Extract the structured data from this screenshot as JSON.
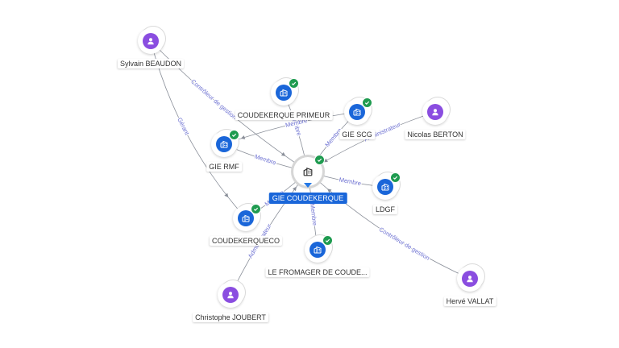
{
  "nodes": [
    {
      "id": "center",
      "name": "GIE COUDEKERQUE",
      "type": "company",
      "verified": true,
      "central": true
    },
    {
      "id": "sylvain",
      "name": "Sylvain BEAUDON",
      "type": "person"
    },
    {
      "id": "primeur",
      "name": "COUDEKERQUE PRIMEUR",
      "type": "company",
      "verified": true
    },
    {
      "id": "scg",
      "name": "GIE SCG",
      "type": "company",
      "verified": true
    },
    {
      "id": "nicolas",
      "name": "Nicolas BERTON",
      "type": "person"
    },
    {
      "id": "rmf",
      "name": "GIE RMF",
      "type": "company",
      "verified": true
    },
    {
      "id": "ldgf",
      "name": "LDGF",
      "type": "company",
      "verified": true
    },
    {
      "id": "coudekerqueco",
      "name": "COUDEKERQUECO",
      "type": "company",
      "verified": true
    },
    {
      "id": "fromager",
      "name": "LE FROMAGER DE COUDE...",
      "type": "company",
      "verified": true
    },
    {
      "id": "christophe",
      "name": "Christophe JOUBERT",
      "type": "person"
    },
    {
      "id": "herve",
      "name": "Hervé VALLAT",
      "type": "person"
    }
  ],
  "edges": [
    {
      "from": "sylvain",
      "to": "center",
      "label": "Contrôleur de gestion"
    },
    {
      "from": "sylvain",
      "to": "coudekerqueco",
      "label": "Gérant"
    },
    {
      "from": "primeur",
      "to": "center",
      "label": "Membre"
    },
    {
      "from": "scg",
      "to": "center",
      "label": "Membre"
    },
    {
      "from": "scg",
      "to": "rmf",
      "label": "Membre"
    },
    {
      "from": "nicolas",
      "to": "center",
      "label": "Administrateur"
    },
    {
      "from": "rmf",
      "to": "center",
      "label": "Membre"
    },
    {
      "from": "ldgf",
      "to": "center",
      "label": "Membre"
    },
    {
      "from": "coudekerqueco",
      "to": "center",
      "label": "Membre"
    },
    {
      "from": "fromager",
      "to": "center",
      "label": "Membre"
    },
    {
      "from": "christophe",
      "to": "center",
      "label": "Administrateur"
    },
    {
      "from": "herve",
      "to": "center",
      "label": "Contrôleur de gestion"
    }
  ],
  "colors": {
    "company": "#1a66d9",
    "person": "#8a4de0",
    "verified": "#1f9b50",
    "edge": "#8a8f99",
    "edge_label": "#6b6fd1"
  },
  "icons": {
    "company": "building-icon",
    "person": "user-icon",
    "verified": "check-icon"
  }
}
